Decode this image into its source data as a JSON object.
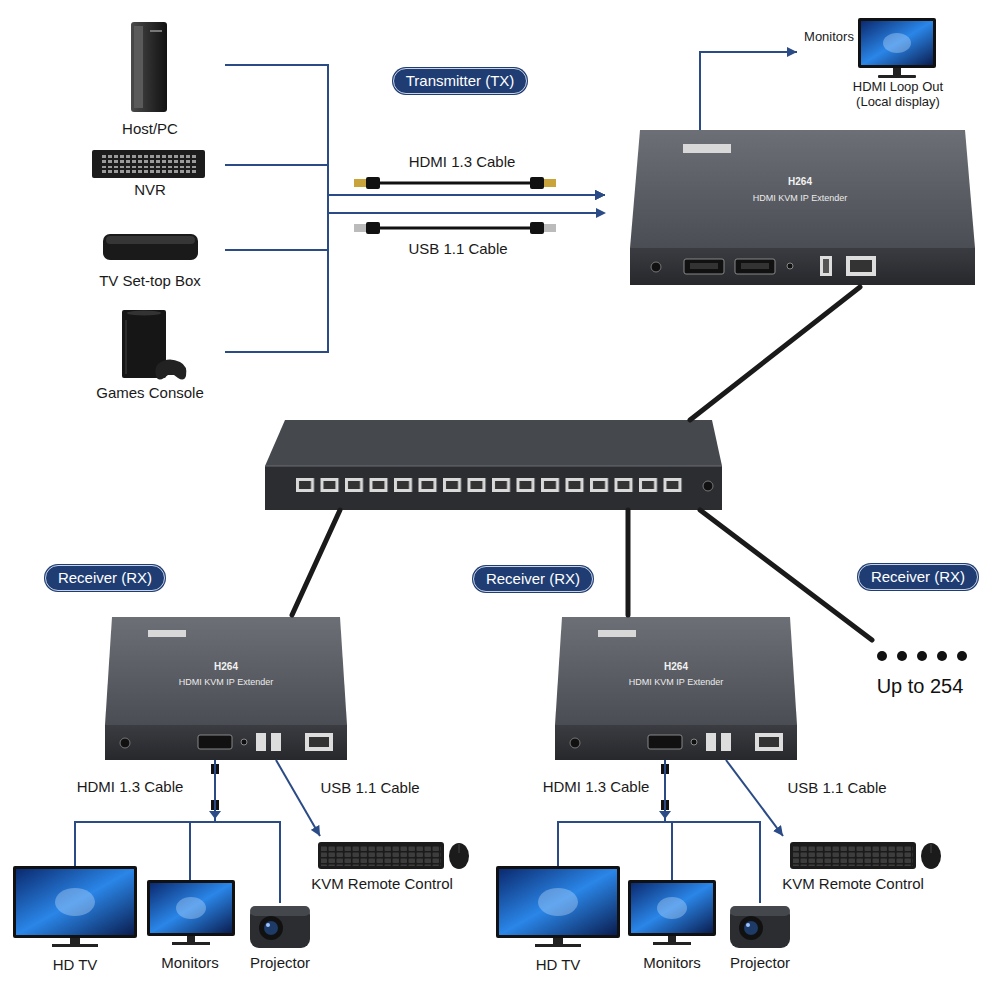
{
  "diagram": {
    "nodes": [
      {
        "text": [
          "Host/PC"
        ]
      },
      {
        "text": [
          "NVR"
        ]
      },
      {
        "text": [
          "TV Set-top Box"
        ]
      },
      {
        "text": [
          "Games Console"
        ]
      },
      {
        "text": [
          "Transmitter (TX)"
        ]
      },
      {
        "text": [
          "Monitors",
          "HDMI Loop Out (Local display)"
        ]
      },
      {
        "text": [
          "H264",
          "HDMI KVM IP Extender"
        ]
      },
      {
        "text": []
      },
      {
        "text": [
          "Receiver (RX)"
        ]
      },
      {
        "text": [
          "Receiver (RX)"
        ]
      },
      {
        "text": [
          "Receiver (RX)"
        ]
      },
      {
        "text": [
          "H264",
          "HDMI KVM IP Extender"
        ]
      },
      {
        "text": [
          "H264",
          "HDMI KVM IP Extender"
        ]
      },
      {
        "text": [
          "Up to 254"
        ]
      },
      {
        "text": [
          "HD TV"
        ]
      },
      {
        "text": [
          "Monitors"
        ]
      },
      {
        "text": [
          "Projector"
        ]
      },
      {
        "text": [
          "KVM Remote Control"
        ]
      },
      {
        "text": [
          "HD TV"
        ]
      },
      {
        "text": [
          "Monitors"
        ]
      },
      {
        "text": [
          "Projector"
        ]
      },
      {
        "text": [
          "KVM Remote Control"
        ]
      }
    ],
    "edges": [
      {
        "from": 0,
        "to": 6,
        "arrow": "to"
      },
      {
        "from": 1,
        "to": 6,
        "arrow": "to"
      },
      {
        "from": 2,
        "to": 6,
        "arrow": "to"
      },
      {
        "from": 3,
        "to": 6,
        "arrow": "to"
      },
      {
        "from": 6,
        "to": 5,
        "arrow": "to"
      },
      {
        "from": 6,
        "to": 7,
        "arrow": "none"
      },
      {
        "from": 7,
        "to": 11,
        "arrow": "none"
      },
      {
        "from": 7,
        "to": 12,
        "arrow": "none"
      },
      {
        "from": 7,
        "to": 13,
        "arrow": "none"
      },
      {
        "from": 11,
        "to": 14,
        "arrow": "none"
      },
      {
        "from": 11,
        "to": 15,
        "arrow": "none"
      },
      {
        "from": 11,
        "to": 16,
        "arrow": "none"
      },
      {
        "from": 11,
        "to": 17,
        "arrow": "to"
      },
      {
        "from": 12,
        "to": 18,
        "arrow": "none"
      },
      {
        "from": 12,
        "to": 19,
        "arrow": "none"
      },
      {
        "from": 12,
        "to": 20,
        "arrow": "none"
      },
      {
        "from": 12,
        "to": 21,
        "arrow": "to"
      }
    ],
    "labels": [
      "HDMI 1.3 Cable",
      "USB 1.1 Cable",
      "HDMI 1.3 Cable",
      "USB 1.1 Cable",
      "HDMI 1.3 Cable",
      "USB 1.1 Cable"
    ]
  }
}
